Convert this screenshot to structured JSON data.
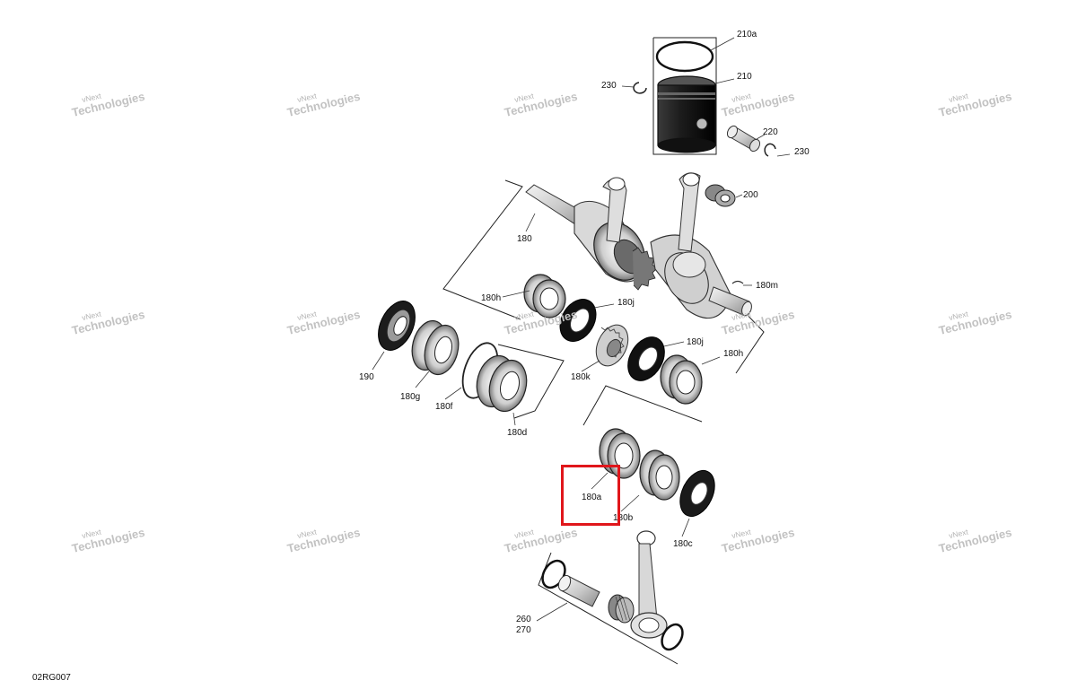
{
  "diagram": {
    "drawing_code": "02RG007",
    "highlight_color": "#e0161b",
    "callouts": {
      "c210a": "210a",
      "c210": "210",
      "c230a": "230",
      "c220": "220",
      "c230b": "230",
      "c200": "200",
      "c180": "180",
      "c180m": "180m",
      "c180h_left": "180h",
      "c180j_upper": "180j",
      "c180j_lower": "180j",
      "c180h_right": "180h",
      "c180k": "180k",
      "c190": "190",
      "c180g": "180g",
      "c180f": "180f",
      "c180d": "180d",
      "c180a": "180a",
      "c180b": "180b",
      "c180c": "180c",
      "c260": "260",
      "c270": "270"
    },
    "watermark": {
      "line1": "vNext",
      "line2": "Technologies"
    }
  }
}
